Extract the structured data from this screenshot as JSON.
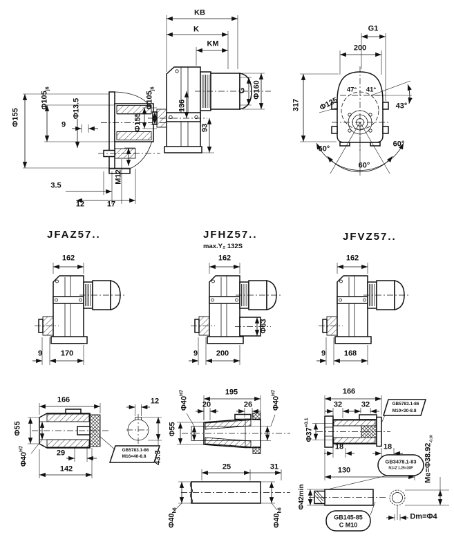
{
  "colors": {
    "ink": "#111111",
    "background": "#ffffff"
  },
  "views": {
    "side": {
      "phi155": "Φ155",
      "phi105": "Φ105",
      "phi105_tol": "j6",
      "phi13_5": "Φ13.5",
      "d9": "9",
      "d3_5": "3.5",
      "d12": "12",
      "d17": "17",
      "m12": "M12"
    },
    "front": {
      "kb": "KB",
      "k": "K",
      "km": "KM",
      "phi105": "Φ105",
      "phi105_tol": "j6",
      "phi155": "Φ155",
      "d136": "136",
      "d93": "93",
      "g": "G",
      "phi160": "Φ160"
    },
    "end": {
      "g1": "G1",
      "d200": "200",
      "d317": "317",
      "phi125": "Φ125",
      "a47": "47°",
      "a41": "41°",
      "a43": "43°",
      "a60a": "60°",
      "a60b": "60°",
      "a60c": "60°"
    },
    "jfaz": {
      "title": "JFAZ57..",
      "d162": "162",
      "d9": "9",
      "d170": "170"
    },
    "jfhz": {
      "title": "JFHZ57..",
      "subtitle": "max.Y₂ 132S",
      "d162": "162",
      "phi63": "Φ63",
      "d9": "9",
      "d200": "200"
    },
    "jfvz": {
      "title": "JFVZ57..",
      "d162": "162",
      "d9": "9",
      "d168": "168"
    },
    "shaft_hollow_key": {
      "d166": "166",
      "d12": "12",
      "phi55": "Φ55",
      "phi40": "Φ40",
      "phi40_tol": "H7",
      "d29": "29",
      "d142": "142",
      "d43_3": "43.3",
      "note_std": "GB5783.1-86",
      "note_bolt": "M16×40-8.8"
    },
    "shaft_hollow_shrink": {
      "d195": "195",
      "d20": "20",
      "d26": "26",
      "phi40l": "Φ40",
      "phi40l_tol": "H7",
      "phi40r": "Φ40",
      "phi40r_tol": "H7",
      "phi55": "Φ55",
      "d25": "25",
      "d31": "31",
      "phi40hl": "Φ40",
      "phi40hl_tol": "h6",
      "phi40hr": "Φ40",
      "phi40hr_tol": "h6"
    },
    "shaft_spline": {
      "d166": "166",
      "d32a": "32",
      "d32b": "32",
      "note1_std": "GB5783.1-86",
      "note1_bolt": "M10×30-8.8",
      "phi37": "Φ37",
      "phi37_tol": "+0.1",
      "d18a": "18",
      "d18b": "18",
      "d130": "130",
      "note2_std": "GB3478.1-83",
      "note2_spec": "N1=Z 1.25×30P",
      "me": "Me=Φ38.92",
      "me_tol": "-0.10",
      "phi42": "Φ42min",
      "note3_std": "GB145-85",
      "note3_type": "C M10",
      "dm": "Dm=Φ4"
    }
  }
}
